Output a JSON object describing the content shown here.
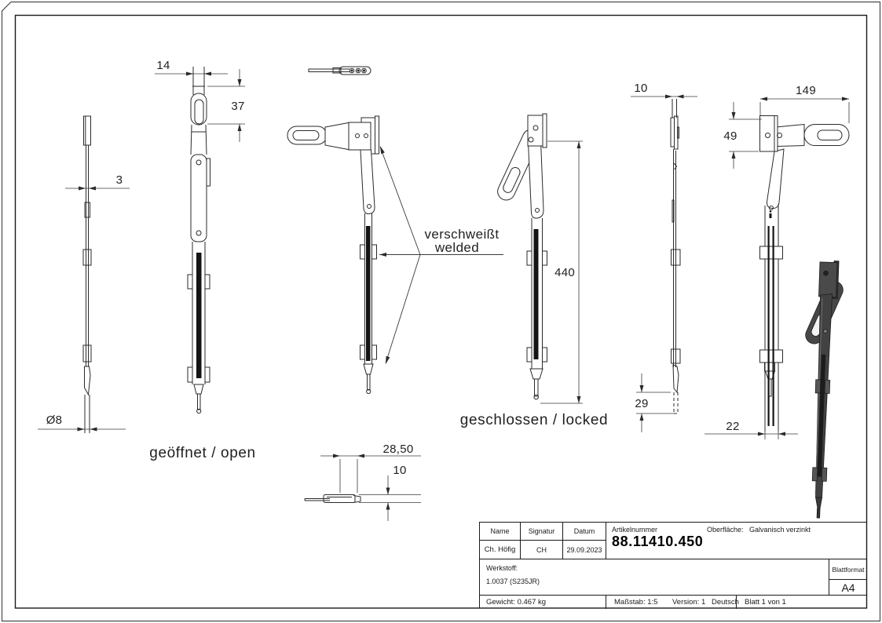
{
  "colors": {
    "line": "#2a2a2a",
    "dim_line": "#3a3a3a",
    "dark_fill": "#141414",
    "iso_body": "#424242",
    "page_bg": "#ffffff"
  },
  "captions": {
    "open": "geöffnet / open",
    "locked": "geschlossen / locked"
  },
  "weld_note": {
    "line1": "verschweißt",
    "line2": "welded"
  },
  "dims": {
    "side_open_thickness": "3",
    "side_open_diameter": "Ø8",
    "open_rod_width": "14",
    "open_head_length": "37",
    "locked_total_height": "440",
    "bottom_view_length": "28,50",
    "bottom_view_height": "10",
    "side_locked_width": "10",
    "side_locked_stroke": "29",
    "front_arm_length": "149",
    "front_head_height": "49",
    "front_tube_width": "22"
  },
  "title_block": {
    "name_label": "Name",
    "signatur_label": "Signatur",
    "datum_label": "Datum",
    "name_value": "Ch. Höfig",
    "signatur_value": "CH",
    "datum_value": "29.09.2023",
    "artikelnummer_label": "Artikelnummer",
    "artikelnummer_value": "88.11410.450",
    "oberflaeche_label": "Oberfläche:",
    "oberflaeche_value": "Galvanisch verzinkt",
    "werkstoff_label": "Werkstoff:",
    "werkstoff_value": "1.0037 (S235JR)",
    "blattformat_label": "Blattformat",
    "blattformat_value": "A4",
    "gewicht_value": "Gewicht: 0.467 kg",
    "massstab_value": "Maßstab: 1:5",
    "version_value": "Version: 1",
    "sprache_value": "Deutsch",
    "blatt_value": "Blatt 1 von 1"
  }
}
